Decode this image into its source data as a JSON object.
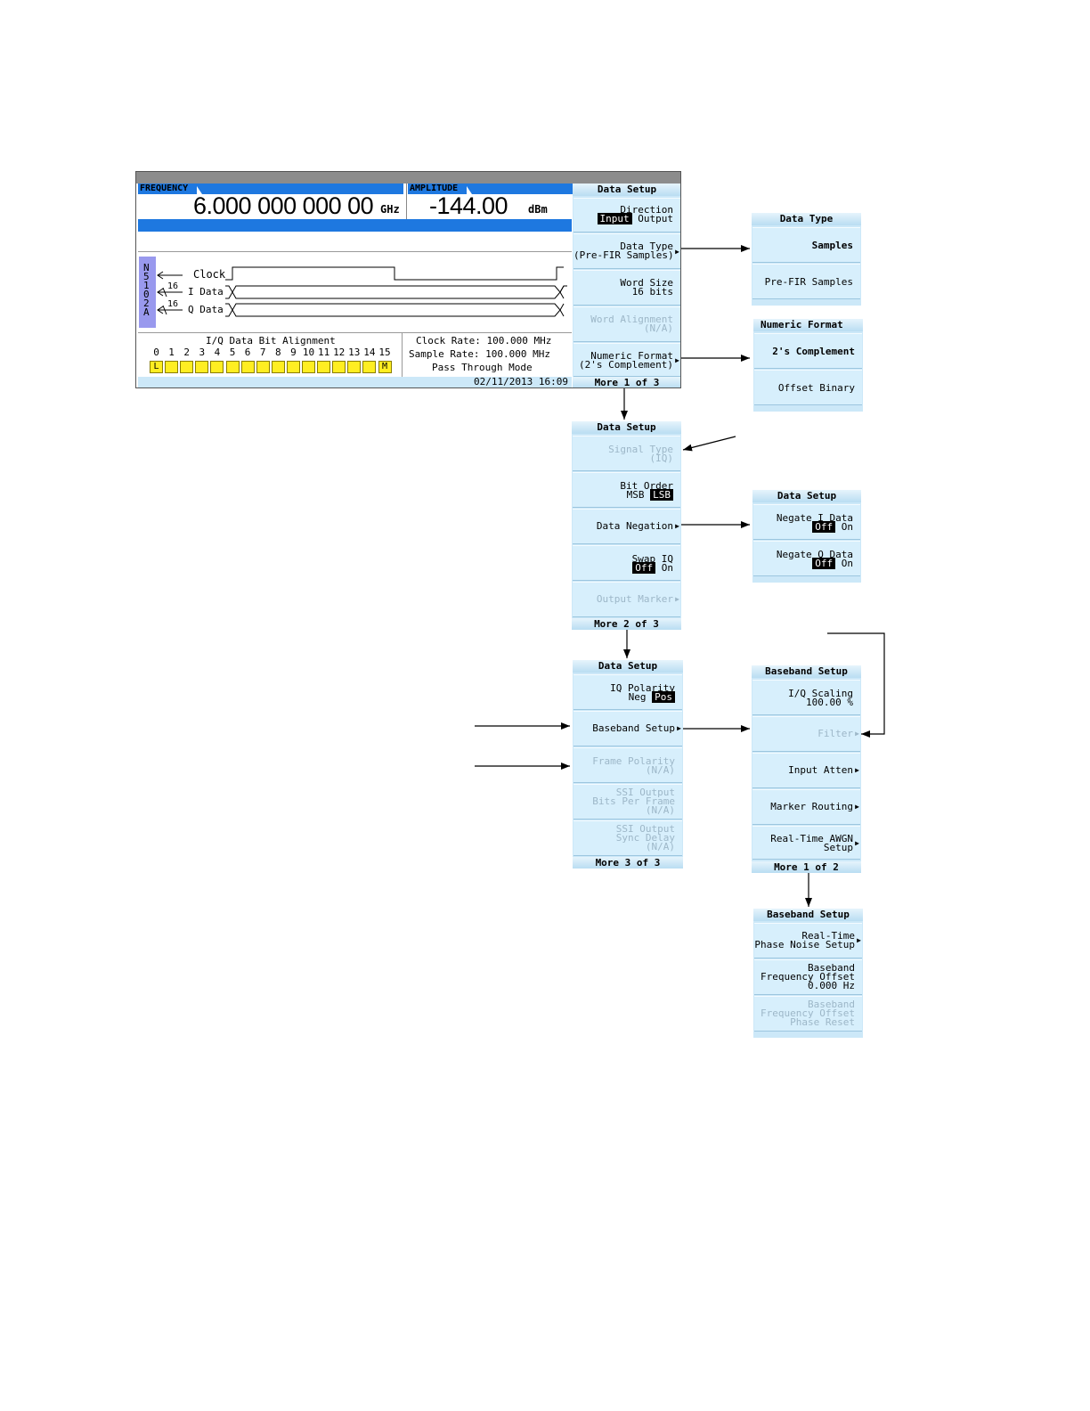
{
  "screen": {
    "frequency_label": "FREQUENCY",
    "frequency_value": "6.000 000 000 00",
    "frequency_unit": "GHz",
    "amplitude_label": "AMPLITUDE",
    "amplitude_value": "-144.00",
    "amplitude_unit": "dBm",
    "module": "N5102A",
    "signals": {
      "clock": "Clock",
      "idata": "I Data",
      "qdata": "Q Data",
      "bus_width": "16"
    },
    "bit_alignment": {
      "title": "I/Q Data Bit Alignment",
      "bits": [
        "0",
        "1",
        "2",
        "3",
        "4",
        "5",
        "6",
        "7",
        "8",
        "9",
        "10",
        "11",
        "12",
        "13",
        "14",
        "15"
      ],
      "lsb": "L",
      "msb": "M"
    },
    "clock_rate": "Clock Rate: 100.000 MHz",
    "sample_rate": "Sample Rate: 100.000 MHz",
    "mode": "Pass Through Mode",
    "datetime": "02/11/2013 16:09"
  },
  "menu1": {
    "title": "Data Setup",
    "direction": [
      "Direction",
      "Input",
      "Output"
    ],
    "data_type": [
      "Data Type",
      "(Pre-FIR Samples)"
    ],
    "word_size": [
      "Word Size",
      "16 bits"
    ],
    "word_alignment": [
      "Word Alignment",
      "(N/A)"
    ],
    "numeric_format": [
      "Numeric Format",
      "(2's Complement)"
    ],
    "more": "More 1 of 3"
  },
  "data_type_menu": {
    "title": "Data Type",
    "samples": "Samples",
    "prefir": "Pre-FIR Samples"
  },
  "numeric_menu": {
    "title": "Numeric Format",
    "twos": "2's Complement",
    "offset": "Offset Binary"
  },
  "menu2": {
    "title": "Data Setup",
    "signal_type": [
      "Signal Type",
      "(IQ)"
    ],
    "bit_order": [
      "Bit Order",
      "MSB",
      "LSB"
    ],
    "data_negation": "Data Negation",
    "swap_iq": [
      "Swap IQ",
      "Off",
      "On"
    ],
    "output_marker": "Output Marker",
    "more": "More 2 of 3"
  },
  "negation_menu": {
    "title": "Data Setup",
    "negate_i": [
      "Negate I Data",
      "Off",
      "On"
    ],
    "negate_q": [
      "Negate Q Data",
      "Off",
      "On"
    ]
  },
  "menu3": {
    "title": "Data Setup",
    "iq_polarity": [
      "IQ Polarity",
      "Neg",
      "Pos"
    ],
    "baseband_setup": "Baseband Setup",
    "frame_polarity": [
      "Frame Polarity",
      "(N/A)"
    ],
    "ssi_bits": [
      "SSI Output",
      "Bits Per Frame",
      "(N/A)"
    ],
    "ssi_delay": [
      "SSI Output",
      "Sync Delay",
      "(N/A)"
    ],
    "more": "More 3 of 3"
  },
  "baseband1": {
    "title": "Baseband Setup",
    "iq_scaling": [
      "I/Q Scaling",
      "100.00 %"
    ],
    "filter": "Filter",
    "input_atten": "Input Atten",
    "marker_routing": "Marker Routing",
    "awgn": [
      "Real-Time AWGN",
      "Setup"
    ],
    "more": "More 1 of 2"
  },
  "baseband2": {
    "title": "Baseband Setup",
    "phase_noise": [
      "Real-Time",
      "Phase Noise Setup"
    ],
    "freq_offset": [
      "Baseband",
      "Frequency Offset",
      "0.000 Hz"
    ],
    "phase_reset": [
      "Baseband",
      "Frequency Offset",
      "Phase Reset"
    ]
  },
  "colors": {
    "accent": "#1e78e0",
    "softkey": "#d7effc",
    "bit_box": "#ffee22",
    "module_bar": "#9999ee"
  }
}
